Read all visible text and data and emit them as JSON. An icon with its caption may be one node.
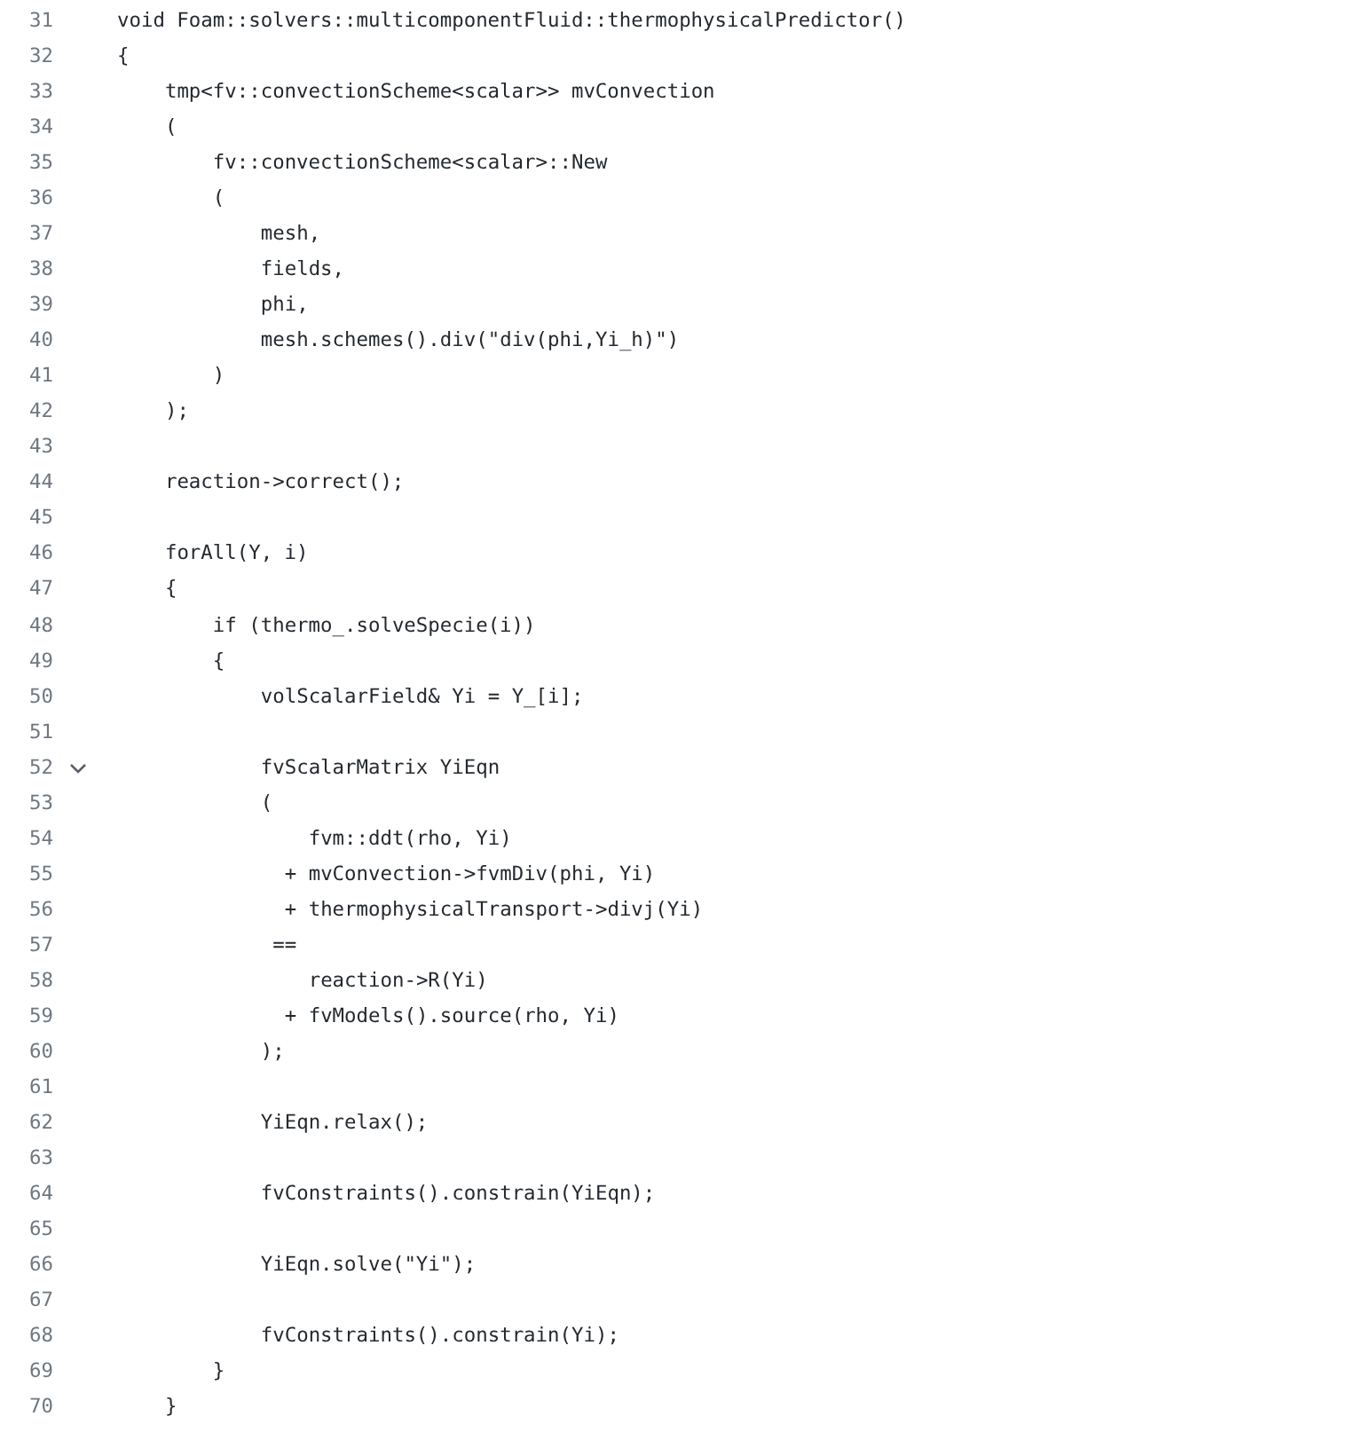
{
  "diagram": {
    "labels": [
      "31",
      "void Foam::solvers::multicomponentFluid::thermophysicalPredictor()",
      "32",
      "{",
      "33",
      "tmp<fv::convectionScheme<scalar>> mvConvection",
      "34",
      "(",
      "35",
      "fv::convectionScheme<scalar>::New",
      "36",
      "(",
      "37",
      "mesh,",
      "38",
      "fields,",
      "39",
      "phi,",
      "40",
      "mesh.schemes().div(\"div(phi,Yi_h)\")",
      "41",
      ")",
      "42",
      ");",
      "43",
      "44",
      "reaction->correct();",
      "45",
      "46",
      "forAll(Y, i)",
      "47",
      "{",
      "48",
      "if (thermo_.solveSpecie(i))",
      "49",
      "{",
      "50",
      "volScalarField& Yi = Y_[i];",
      "51",
      "52",
      "fvScalarMatrix YiEqn",
      "53",
      "(",
      "54",
      "fvm::ddt(rho, Yi)",
      "55",
      "+ mvConvection->fvmDiv(phi, Yi)",
      "56",
      "+ thermophysicalTransport->divj(Yi)",
      "57",
      "==",
      "58",
      "reaction->R(Yi)",
      "59",
      "+ fvModels().source(rho, Yi)",
      "60",
      ");",
      "61",
      "62",
      "YiEqn.relax();",
      "63",
      "64",
      "fvConstraints().constrain(YiEqn);",
      "65",
      "66",
      "YiEqn.solve(\"Yi\");",
      "67",
      "68",
      "fvConstraints().constrain(Yi);",
      "69",
      "}",
      "70",
      "}"
    ]
  }
}
